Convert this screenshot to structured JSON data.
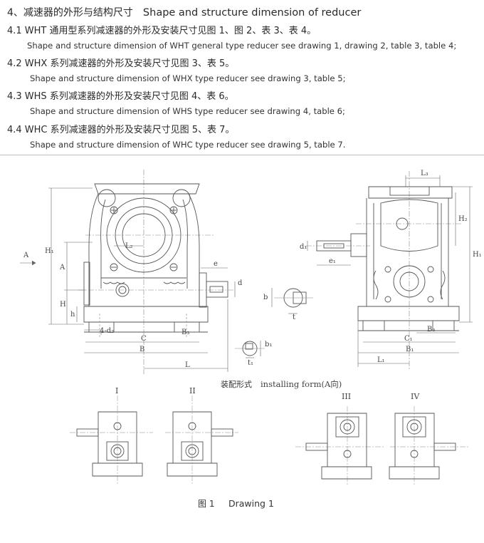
{
  "header": {
    "title_cn": "4、减速器的外形与结构尺寸",
    "title_en": "Shape and structure dimension of reducer",
    "items": [
      {
        "cn": "4.1 WHT 通用型系列减速器的外形及安装尺寸见图 1、图 2、表 3、表 4。",
        "en": "Shape and structure dimension of WHT general type reducer see drawing 1, drawing 2, table 3, table 4;"
      },
      {
        "cn": "4.2 WHX 系列减速器的外形及安装尺寸见图 3、表 5。",
        "en": "Shape and structure dimension of WHX type reducer see drawing 3, table 5;"
      },
      {
        "cn": "4.3 WHS 系列减速器的外形及安装尺寸见图 4、表 6。",
        "en": "Shape and structure dimension of WHS type reducer see drawing 4, table 6;"
      },
      {
        "cn": "4.4 WHC 系列减速器的外形及安装尺寸见图 5、表 7。",
        "en": "Shape and structure dimension of WHC type reducer see drawing 5, table 7."
      }
    ]
  },
  "drawing": {
    "dim_labels": {
      "A_arrow": "A",
      "H1": "H₁",
      "A": "A",
      "H": "H",
      "h": "h",
      "L2": "L₂",
      "e": "e",
      "d": "d",
      "four_d2": "4-d₂",
      "C": "C",
      "B3": "B₃",
      "B": "B",
      "L": "L",
      "b": "b",
      "t": "t",
      "b1": "b₁",
      "t1": "t₁",
      "L3": "L₃",
      "H2": "H₂",
      "H1_right": "H₁",
      "d1": "d₁",
      "e1": "e₁",
      "C1": "C₁",
      "B3_right": "B₃",
      "B1": "B₁",
      "L1": "L₁"
    },
    "install_caption_cn": "装配形式",
    "install_caption_en": "installing form(A向)",
    "forms": [
      "I",
      "II",
      "III",
      "IV"
    ],
    "caption_cn": "图 1",
    "caption_en": "Drawing 1"
  }
}
